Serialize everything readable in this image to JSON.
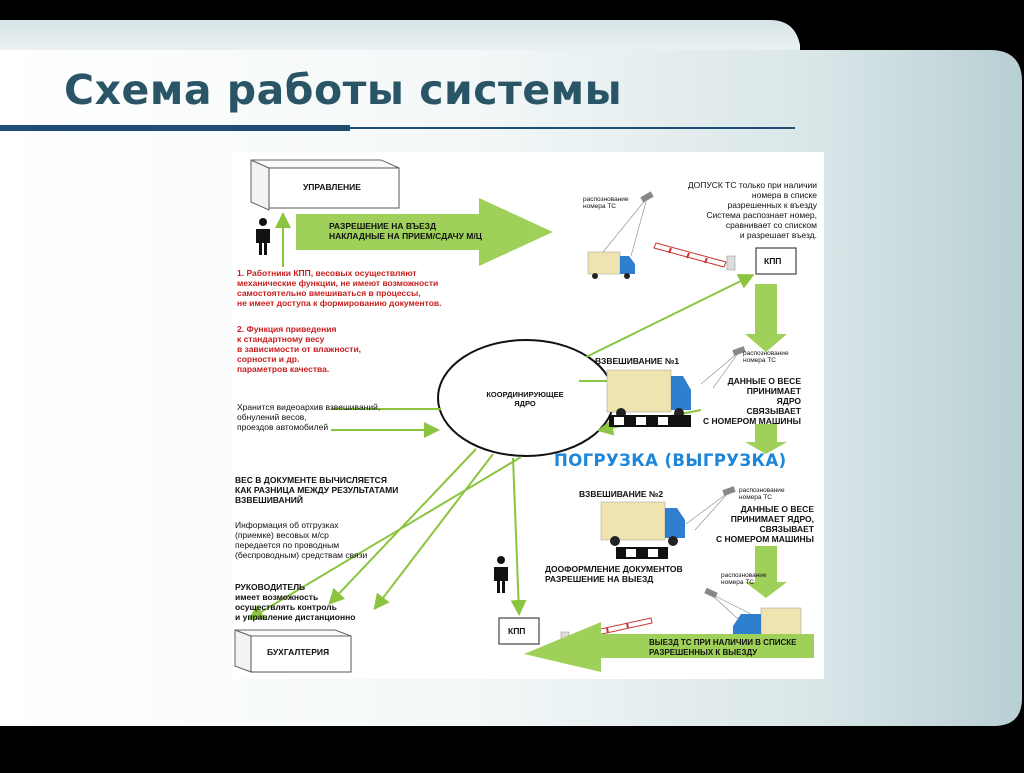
{
  "slide": {
    "title": "Схема работы системы"
  },
  "diagram": {
    "boxes": {
      "management": "УПРАВЛЕНИЕ",
      "accounting": "БУХГАЛТЕРИЯ",
      "kpp_top": "КПП",
      "kpp_bottom": "КПП",
      "core": "КООРДИНИРУЮЩЕЕ\nЯДРО"
    },
    "arrows": {
      "permission": "РАЗРЕШЕНИЕ НА ВЪЕЗД\nНАКЛАДНЫЕ НА ПРИЕМ/СДАЧУ М/Ц",
      "exit": "ВЫЕЗД ТС ПРИ НАЛИЧИИ В СПИСКЕ\nРАЗРЕШЕННЫХ К ВЫЕЗДУ"
    },
    "notes": {
      "kpp_workers": "1. Работники КПП, весовых осуществляют\nмеханические функции, не имеют возможности\nсамостоятельно вмешиваться в процессы,\nне имеет доступа к формированию документов.",
      "standard_weight": "2. Функция приведения\nк стандартному весу\nв зависимости от влажности,\nсорности и др.\nпараметров качества.",
      "video_archive": "Хранится видеоархив взвешиваний,\nобнулений весов,\nпроездов автомобилей",
      "weight_doc": "ВЕС В ДОКУМЕНТЕ ВЫЧИСЛЯЕТСЯ\nКАК РАЗНИЦА МЕЖДУ РЕЗУЛЬТАТАМИ\nВЗВЕШИВАНИЙ",
      "shipments_info": "Информация об отгрузках\n(приемке) весовых м/ср\nпередается по проводным\n(беспроводным) средствам связи",
      "manager": "РУКОВОДИТЕЛЬ\nимеет возможность\nосуществлять контроль\nи управление дистанционно",
      "admission": "ДОПУСК ТС только при наличии\nномера в списке\nразрешенных к въезду\nСистема распознает номер,\nсравнивает со списком\nи разрешает въезд.",
      "weighing1_title": "ВЗВЕШИВАНИЕ №1",
      "weighing1_desc": "ДАННЫЕ О ВЕСЕ\nПРИНИМАЕТ\nЯДРО\nСВЯЗЫВАЕТ\nС НОМЕРОМ МАШИНЫ",
      "loading": "ПОГРУЗКА (ВЫГРУЗКА)",
      "weighing2_title": "ВЗВЕШИВАНИЕ №2",
      "weighing2_desc": "ДАННЫЕ О ВЕСЕ\nПРИНИМАЕТ ЯДРО,\nСВЯЗЫВАЕТ\nС НОМЕРОМ МАШИНЫ",
      "final_docs": "ДООФОРМЛЕНИЕ ДОКУМЕНТОВ\nРАЗРЕШЕНИЕ НА ВЫЕЗД"
    },
    "camera_labels": {
      "cam1": "распознование\nномера ТС",
      "cam2": "распознование\nномера ТС",
      "cam3": "распознование\nномера ТС",
      "cam4": "распознование\nномера ТС"
    },
    "colors": {
      "arrow_green": "#9fd15a",
      "line_green": "#8bc43f",
      "truck_blue": "#2f7fcf",
      "cargo_beige": "#efe3b0",
      "note_red": "#c81e1e",
      "loading_blue": "#1e86d8",
      "title_teal": "#2a5566"
    }
  }
}
